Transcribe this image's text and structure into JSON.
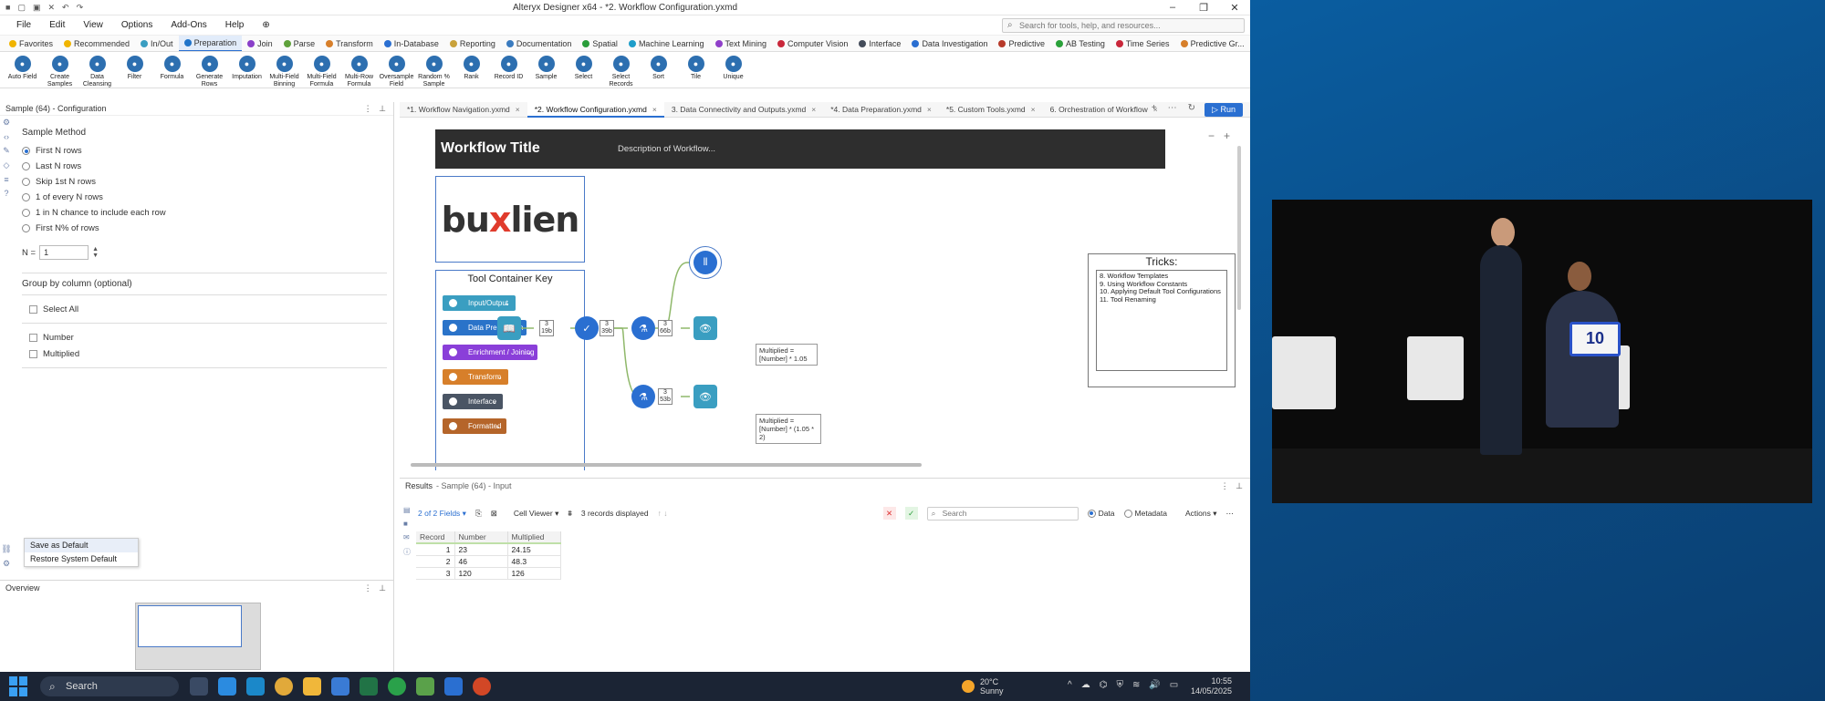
{
  "window": {
    "title": "Alteryx Designer x64 - *2. Workflow Configuration.yxmd"
  },
  "menu": {
    "items": [
      "File",
      "Edit",
      "View",
      "Options",
      "Add-Ons",
      "Help"
    ],
    "search_placeholder": "Search for tools, help, and resources..."
  },
  "categories": [
    {
      "label": "Favorites",
      "color": "#f0b400"
    },
    {
      "label": "Recommended",
      "color": "#f0b400"
    },
    {
      "label": "In/Out",
      "color": "#3a9ec1"
    },
    {
      "label": "Preparation",
      "color": "#1f73c9",
      "active": true
    },
    {
      "label": "Join",
      "color": "#8a3fc9"
    },
    {
      "label": "Parse",
      "color": "#5ea13a"
    },
    {
      "label": "Transform",
      "color": "#d77f2a"
    },
    {
      "label": "In-Database",
      "color": "#2a6fd1"
    },
    {
      "label": "Reporting",
      "color": "#c9a23a"
    },
    {
      "label": "Documentation",
      "color": "#3a7bbf"
    },
    {
      "label": "Spatial",
      "color": "#2a9d3a"
    },
    {
      "label": "Machine Learning",
      "color": "#1d9dc9"
    },
    {
      "label": "Text Mining",
      "color": "#8f3fc9"
    },
    {
      "label": "Computer Vision",
      "color": "#c9273a"
    },
    {
      "label": "Interface",
      "color": "#444c5a"
    },
    {
      "label": "Data Investigation",
      "color": "#2a6fd1"
    },
    {
      "label": "Predictive",
      "color": "#b73a2a"
    },
    {
      "label": "AB Testing",
      "color": "#2aa13a"
    },
    {
      "label": "Time Series",
      "color": "#c9273a"
    },
    {
      "label": "Predictive Gr...",
      "color": "#d77f2a"
    }
  ],
  "tools": [
    "Auto Field",
    "Create Samples",
    "Data Cleansing",
    "Filter",
    "Formula",
    "Generate Rows",
    "Imputation",
    "Multi-Field Binning",
    "Multi-Field Formula",
    "Multi-Row Formula",
    "Oversample Field",
    "Random % Sample",
    "Rank",
    "Record ID",
    "Sample",
    "Select",
    "Select Records",
    "Sort",
    "Tile",
    "Unique"
  ],
  "config": {
    "header": "Sample (64) - Configuration",
    "sample_method_label": "Sample Method",
    "methods": [
      {
        "label": "First N rows",
        "selected": true
      },
      {
        "label": "Last N rows",
        "selected": false
      },
      {
        "label": "Skip 1st N rows",
        "selected": false
      },
      {
        "label": "1 of every N rows",
        "selected": false
      },
      {
        "label": "1 in N chance to include each row",
        "selected": false
      },
      {
        "label": "First N% of rows",
        "selected": false
      }
    ],
    "n_label": "N =",
    "n_value": "1",
    "group_label": "Group by column (optional)",
    "select_all": "Select All",
    "columns": [
      "Number",
      "Multiplied"
    ]
  },
  "context_menu": {
    "items": [
      "Save as Default",
      "Restore System Default"
    ]
  },
  "overview": {
    "title": "Overview"
  },
  "doc_tabs": [
    {
      "label": "*1. Workflow Navigation.yxmd",
      "active": false
    },
    {
      "label": "*2. Workflow Configuration.yxmd",
      "active": true
    },
    {
      "label": "3. Data Connectivity and Outputs.yxmd",
      "active": false
    },
    {
      "label": "*4. Data Preparation.yxmd",
      "active": false
    },
    {
      "label": "*5. Custom Tools.yxmd",
      "active": false
    },
    {
      "label": "6. Orchestration of Workflow",
      "active": false
    }
  ],
  "run_label": "Run",
  "canvas": {
    "workflow_title": "Workflow Title",
    "workflow_desc": "Description of Workflow...",
    "logo": {
      "part1": "bu",
      "mark": "x",
      "part2": "lien"
    },
    "key_title": "Tool Container Key",
    "key_items": [
      {
        "label": "Input/Output",
        "color": "#3a9ec1"
      },
      {
        "label": "Data Preparation",
        "color": "#2a73c9"
      },
      {
        "label": "Enrichment / Joining",
        "color": "#8a3fd9"
      },
      {
        "label": "Transform",
        "color": "#d77f2a"
      },
      {
        "label": "Interface",
        "color": "#4a5564"
      },
      {
        "label": "Formatted",
        "color": "#b5652a"
      }
    ],
    "tricks_title": "Tricks:",
    "tricks": [
      "8. Workflow Templates",
      "9. Using Workflow Constants",
      "10. Applying Default Tool Configurations",
      "11. Tool Renaming"
    ],
    "anchors": [
      {
        "count": "3",
        "size": "19b"
      },
      {
        "count": "3",
        "size": "39b"
      },
      {
        "count": "3",
        "size": "66b"
      },
      {
        "count": "3",
        "size": "53b"
      }
    ],
    "annotations": [
      "Multiplied = [Number] * 1.05",
      "Multiplied = [Number] * (1.05 * 2)"
    ]
  },
  "results": {
    "title": "Results",
    "source": "- Sample (64) - Input",
    "fields": "2 of 2 Fields",
    "viewer": "Cell Viewer",
    "records": "3 records displayed",
    "search": "Search",
    "data_label": "Data",
    "metadata_label": "Metadata",
    "actions_label": "Actions",
    "columns": [
      "Record",
      "Number",
      "Multiplied"
    ],
    "rows": [
      [
        "1",
        "23",
        "24.15"
      ],
      [
        "2",
        "46",
        "48.3"
      ],
      [
        "3",
        "120",
        "126"
      ]
    ]
  },
  "taskbar": {
    "search": "Search",
    "weather_temp": "20°C",
    "weather_desc": "Sunny",
    "time": "10:55",
    "date": "14/05/2025"
  },
  "video": {
    "laptop_label": "10"
  }
}
